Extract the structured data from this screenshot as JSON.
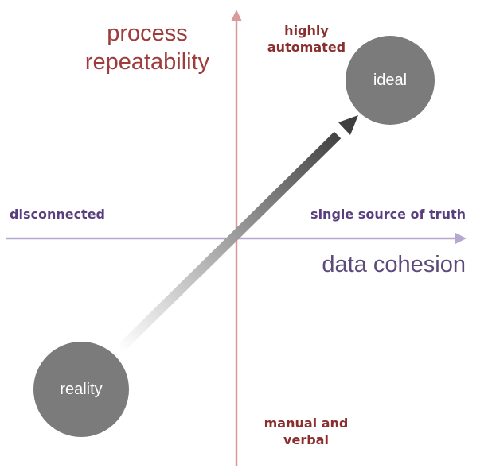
{
  "diagram": {
    "y_axis": {
      "title_lines": [
        "process",
        "repeatability"
      ],
      "top_label_lines": [
        "highly",
        "automated"
      ],
      "bottom_label_lines": [
        "manual and",
        "verbal"
      ],
      "color": "#d99a9a"
    },
    "x_axis": {
      "title": "data cohesion",
      "left_label": "disconnected",
      "right_label": "single source of truth",
      "color": "#b7a8cf"
    },
    "nodes": {
      "ideal": "ideal",
      "reality": "reality"
    },
    "colors": {
      "node_fill": "#7b7b7b",
      "arrow_dark": "#3f3f3f",
      "y_title": "#9e3b3b",
      "x_title": "#5b4a7a"
    }
  }
}
